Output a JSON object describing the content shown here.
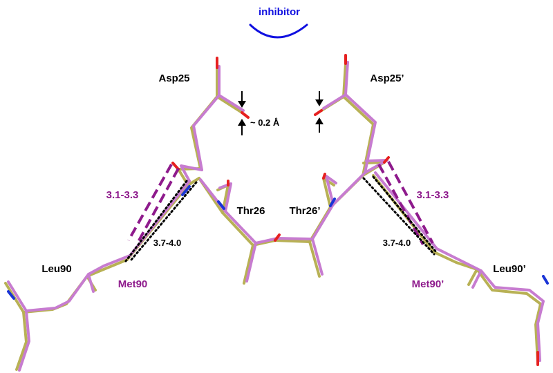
{
  "labels": {
    "inhibitor": "inhibitor",
    "asp25": "Asp25",
    "asp25_prime": "Asp25’",
    "shift": "~ 0.2 Å",
    "thr26": "Thr26",
    "thr26_prime": "Thr26’",
    "hbond_short_left": "3.1-3.3",
    "hbond_short_right": "3.1-3.3",
    "hbond_long_left": "3.7-4.0",
    "hbond_long_right": "3.7-4.0",
    "leu90": "Leu90",
    "leu90_prime": "Leu90’",
    "met90": "Met90",
    "met90_prime": "Met90’"
  },
  "colors": {
    "inhibitor_arc": "#1010e0",
    "backbone_wildtype": "#b8b155",
    "backbone_mutant": "#c77cd0",
    "oxygen": "#e62020",
    "nitrogen": "#1a34d6",
    "hbond_mutant": "#8e1a8c",
    "hbond_wildtype": "#000000"
  }
}
